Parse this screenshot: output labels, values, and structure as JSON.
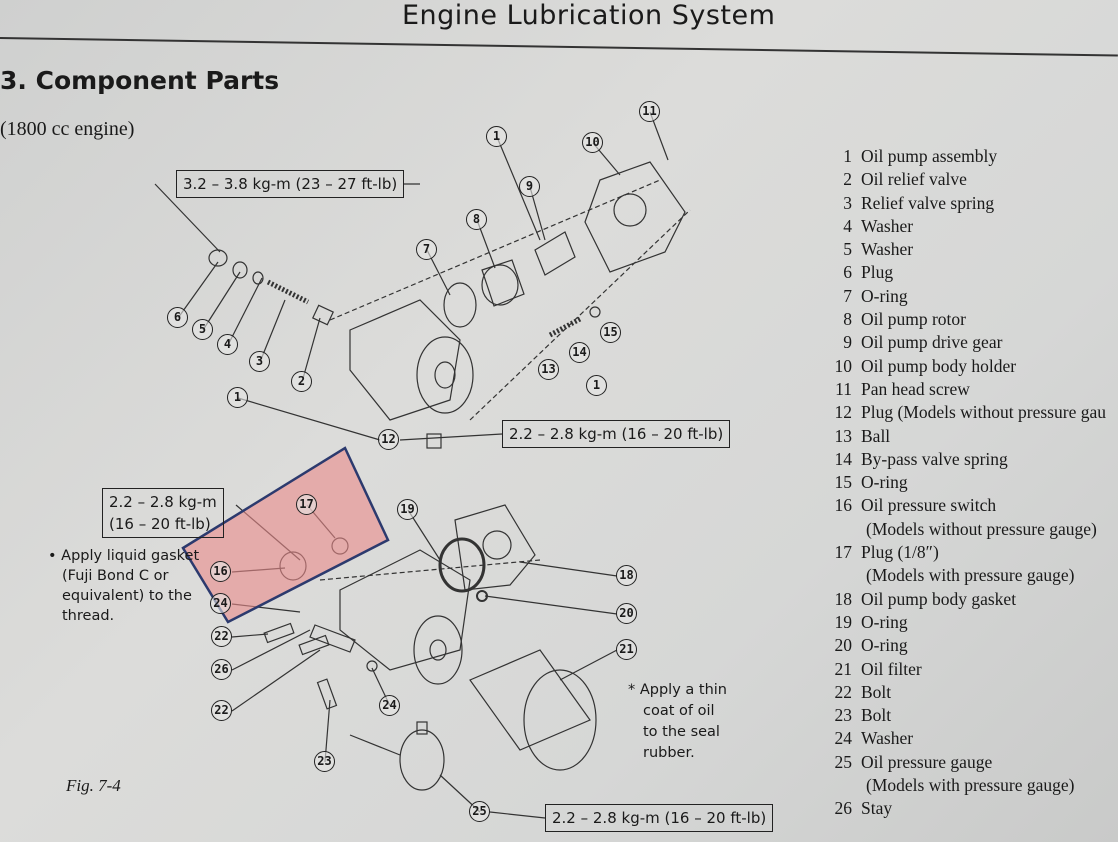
{
  "header": {
    "title": "Engine Lubrication System"
  },
  "section": {
    "title": "3. Component Parts",
    "subtitle": "(1800 cc engine)"
  },
  "torque_specs": {
    "top": "3.2 – 3.8 kg-m (23 – 27 ft-lb)",
    "middle": "2.2 – 2.8 kg-m (16 – 20 ft-lb)",
    "left_line1": "2.2 – 2.8 kg-m",
    "left_line2": "(16 – 20 ft-lb)",
    "bottom": "2.2 – 2.8 kg-m (16 – 20 ft-lb)"
  },
  "notes": {
    "gasket": [
      "• Apply liquid gasket",
      "(Fuji Bond C or",
      "equivalent) to the",
      "thread."
    ],
    "oil": [
      "* Apply a thin",
      "coat of oil",
      "to the seal",
      "rubber."
    ]
  },
  "callouts": [
    "11",
    "1",
    "10",
    "9",
    "8",
    "7",
    "6",
    "5",
    "4",
    "3",
    "2",
    "1",
    "15",
    "14",
    "13",
    "1",
    "12",
    "17",
    "19",
    "16",
    "18",
    "24",
    "20",
    "22",
    "21",
    "26",
    "22",
    "24",
    "23",
    "25"
  ],
  "figure_label": "Fig. 7-4",
  "highlight_color": "#e98a8a",
  "parts": [
    {
      "n": "1",
      "name": "Oil pump assembly"
    },
    {
      "n": "2",
      "name": "Oil relief valve"
    },
    {
      "n": "3",
      "name": "Relief valve spring"
    },
    {
      "n": "4",
      "name": "Washer"
    },
    {
      "n": "5",
      "name": "Washer"
    },
    {
      "n": "6",
      "name": "Plug"
    },
    {
      "n": "7",
      "name": "O-ring"
    },
    {
      "n": "8",
      "name": "Oil pump rotor"
    },
    {
      "n": "9",
      "name": "Oil pump drive gear"
    },
    {
      "n": "10",
      "name": "Oil pump body holder"
    },
    {
      "n": "11",
      "name": "Pan head screw"
    },
    {
      "n": "12",
      "name": "Plug (Models without pressure gau"
    },
    {
      "n": "13",
      "name": "Ball"
    },
    {
      "n": "14",
      "name": "By-pass valve spring"
    },
    {
      "n": "15",
      "name": "O-ring"
    },
    {
      "n": "16",
      "name": "Oil pressure switch",
      "sub": "(Models without pressure gauge)"
    },
    {
      "n": "17",
      "name": "Plug (1/8″)",
      "sub": "(Models with pressure gauge)"
    },
    {
      "n": "18",
      "name": "Oil pump body gasket"
    },
    {
      "n": "19",
      "name": "O-ring"
    },
    {
      "n": "20",
      "name": "O-ring"
    },
    {
      "n": "21",
      "name": "Oil filter"
    },
    {
      "n": "22",
      "name": "Bolt"
    },
    {
      "n": "23",
      "name": "Bolt"
    },
    {
      "n": "24",
      "name": "Washer"
    },
    {
      "n": "25",
      "name": "Oil pressure gauge",
      "sub": "(Models with pressure gauge)"
    },
    {
      "n": "26",
      "name": "Stay"
    }
  ]
}
